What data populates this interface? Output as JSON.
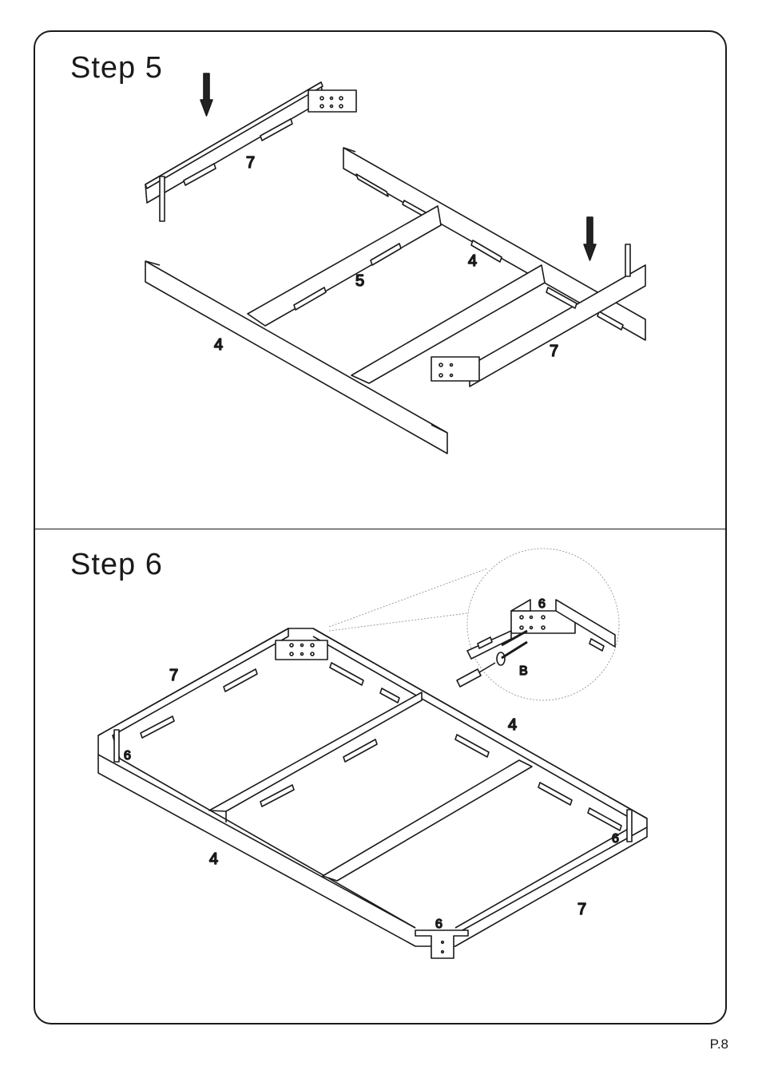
{
  "steps": [
    {
      "title": "Step  5",
      "labels": {
        "rail_left": "7",
        "rail_right": "7",
        "side_back": "4",
        "side_front": "4",
        "center": "5"
      }
    },
    {
      "title": "Step  6",
      "labels": {
        "rail_top": "7",
        "rail_bottom": "7",
        "side_left": "4",
        "side_right": "4",
        "leg_left": "6",
        "leg_right": "6",
        "leg_top": "6",
        "leg_bottom": "6",
        "detail_leg": "6",
        "detail_screw": "B"
      }
    }
  ],
  "page_number": "P.8"
}
